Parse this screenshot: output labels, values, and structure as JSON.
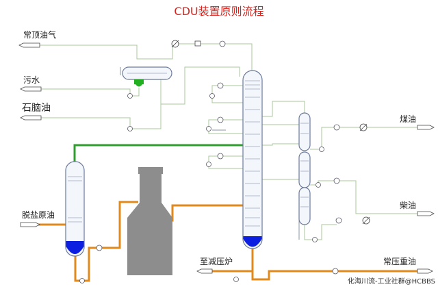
{
  "title": "CDU装置原则流程",
  "labels": {
    "overhead_gas": "常顶油气",
    "wastewater": "污水",
    "naphtha": "石脑油",
    "desalted_crude": "脱盐原油",
    "kerosene": "煤油",
    "diesel": "柴油",
    "to_vacuum_furnace": "至减压炉",
    "atm_residue": "常压重油"
  },
  "watermark": "化海川流-工业社群@HCBBS",
  "colors": {
    "title": "#d9231d",
    "thin_line": "#a9c79a",
    "gray_line": "#8b93a0",
    "crude_line": "#e08a1e",
    "vapor_line": "#2f9e2f",
    "liquid_blue": "#0c1fe0",
    "furnace": "#8d8d8d",
    "water_green": "#22b022"
  }
}
